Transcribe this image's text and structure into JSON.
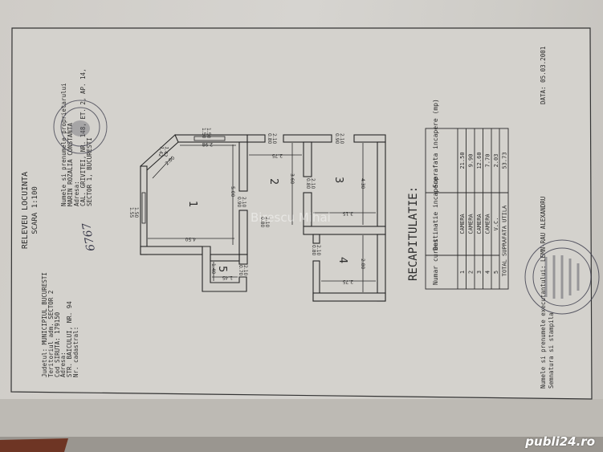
{
  "header": {
    "title": "RELEVEU LOCUINTA",
    "scale": "SCARA 1:100",
    "handwritten_number": "6767"
  },
  "property_info": [
    "Judetul: MUNICIPIUL BUCURESTI",
    "Teritoriul adm. SECTOR 2",
    "Cod SIRUTA: 179150",
    "Adresa:",
    "STR. BAICULUI, NR. 94",
    "Nr. cadastral:"
  ],
  "owner_info": [
    "Numele si prenumele proprietarului",
    "MARIN ROZALIA CONSTANTA",
    "Adresa:",
    "CAL. GRIVITEI, NR. 148, ET. 2, AP. 14,",
    "SECTOR 1, BUCURESTI"
  ],
  "floor_plan": {
    "rooms": [
      "1",
      "2",
      "3",
      "4",
      "5"
    ],
    "dimensions": {
      "window_top": "1.50",
      "window_top_h": "1.50",
      "door_a_w": "0.80",
      "door_a_h": "2.10",
      "door_b_w": "0.90",
      "door_b_h": "2.10",
      "r1_top": "2.98",
      "r1_diag": "2.00",
      "r1_corner_a": "1.42",
      "r1_corner_b": "1.42",
      "r1_height": "5.00",
      "r1_width": "4.50",
      "window_left": "1.55",
      "window_left_h": "1.50",
      "door_12_w": "0.90",
      "door_12_h": "2.10",
      "r2_top": "2.75",
      "r2_height": "3.60",
      "door_23_w": "0.80",
      "door_23_h": "2.10",
      "r3_height": "4.30",
      "r3_width": "3.15",
      "entrance_w": "0.80",
      "entrance_h": "2.10",
      "door_4_w": "0.80",
      "door_4_h": "2.10",
      "r4_height": "2.80",
      "r4_width": "2.75",
      "r5_height": "1.40",
      "r5_width": "1.45",
      "door_5_w": "0.70",
      "door_5_h": "2.10"
    },
    "watermark": "Birescu Mihai"
  },
  "summary": {
    "title": "RECAPITULATIE:",
    "columns": [
      "Numar curent",
      "Destinatie incapere",
      "Suprafata incapere (mp)"
    ],
    "rows": [
      {
        "nr": "1",
        "dest": "CAMERA",
        "area": "21.50"
      },
      {
        "nr": "2",
        "dest": "CAMERA",
        "area": "9.90"
      },
      {
        "nr": "3",
        "dest": "CAMERA",
        "area": "12.60"
      },
      {
        "nr": "4",
        "dest": "CAMERA",
        "area": "7.70"
      },
      {
        "nr": "5",
        "dest": "V.C.",
        "area": "2.03"
      }
    ],
    "total_label": "TOTAL SUPRAFATA UTILA",
    "total_value": "53.73"
  },
  "footer": {
    "executor": "Numele si prenumele executantului: LEMN-RAU ALEXANDRU",
    "signature": "Semnatura si stampila",
    "date": "DATA: 05.03.2001"
  },
  "stamps": {
    "owner_stamp": "OFICIUL DE CADASTRU GEODEZIE SI CARTOGRAFIE",
    "executor_stamp": "CENTRUL NATIONAL DE GEODEZIE CARTOGRAFIE - CERTIFICAT DE AUTORIZARE Seria B nr. 0076 LEMN-RAU ALEXANDRU"
  },
  "site_logo": "publi24.ro"
}
